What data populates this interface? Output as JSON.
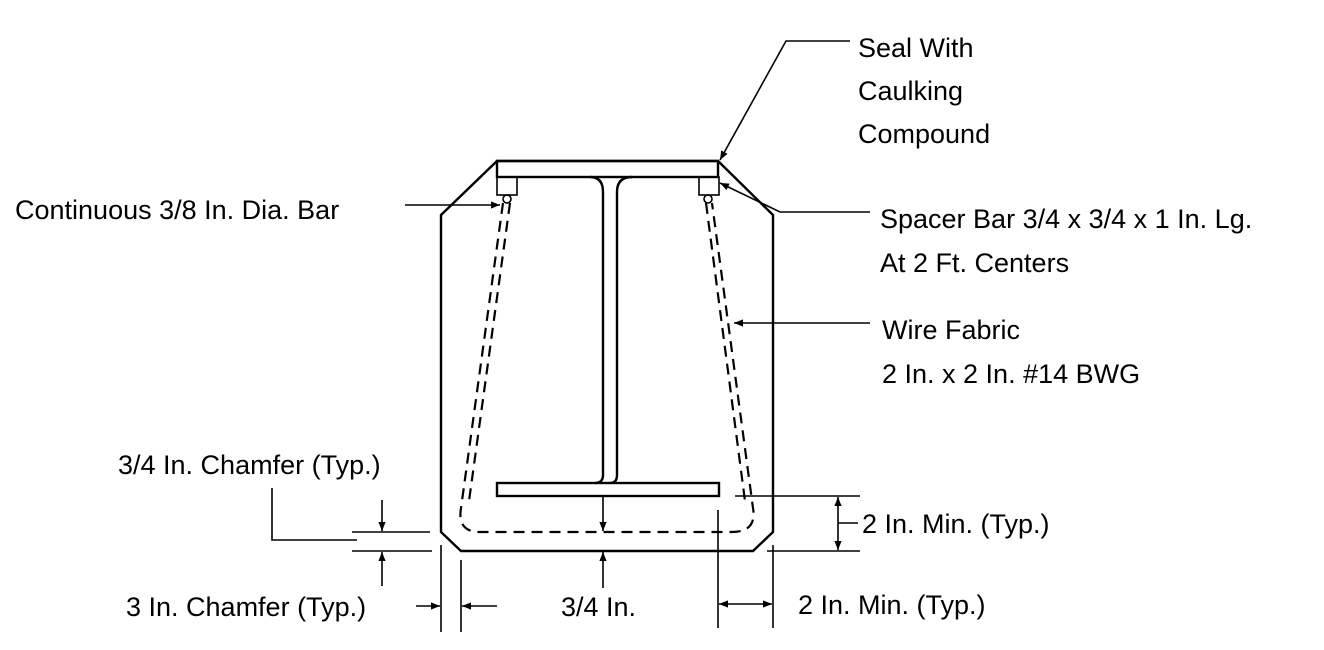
{
  "labels": {
    "seal_line1": "Seal With",
    "seal_line2": "Caulking",
    "seal_line3": "Compound",
    "continuous_bar": "Continuous 3/8 In. Dia.  Bar",
    "spacer_line1": "Spacer Bar 3/4 x 3/4 x 1 In. Lg.",
    "spacer_line2": "At 2 Ft. Centers",
    "wire_line1": "Wire Fabric",
    "wire_line2": "2 In. x 2 In. #14 BWG",
    "chamfer_small": "3/4 In. Chamfer (Typ.)",
    "chamfer_large": "3 In. Chamfer (Typ.)",
    "cover_bottom": "3/4 In.",
    "min_vertical": "2 In. Min. (Typ.)",
    "min_horizontal": "2 In. Min. (Typ.)"
  }
}
